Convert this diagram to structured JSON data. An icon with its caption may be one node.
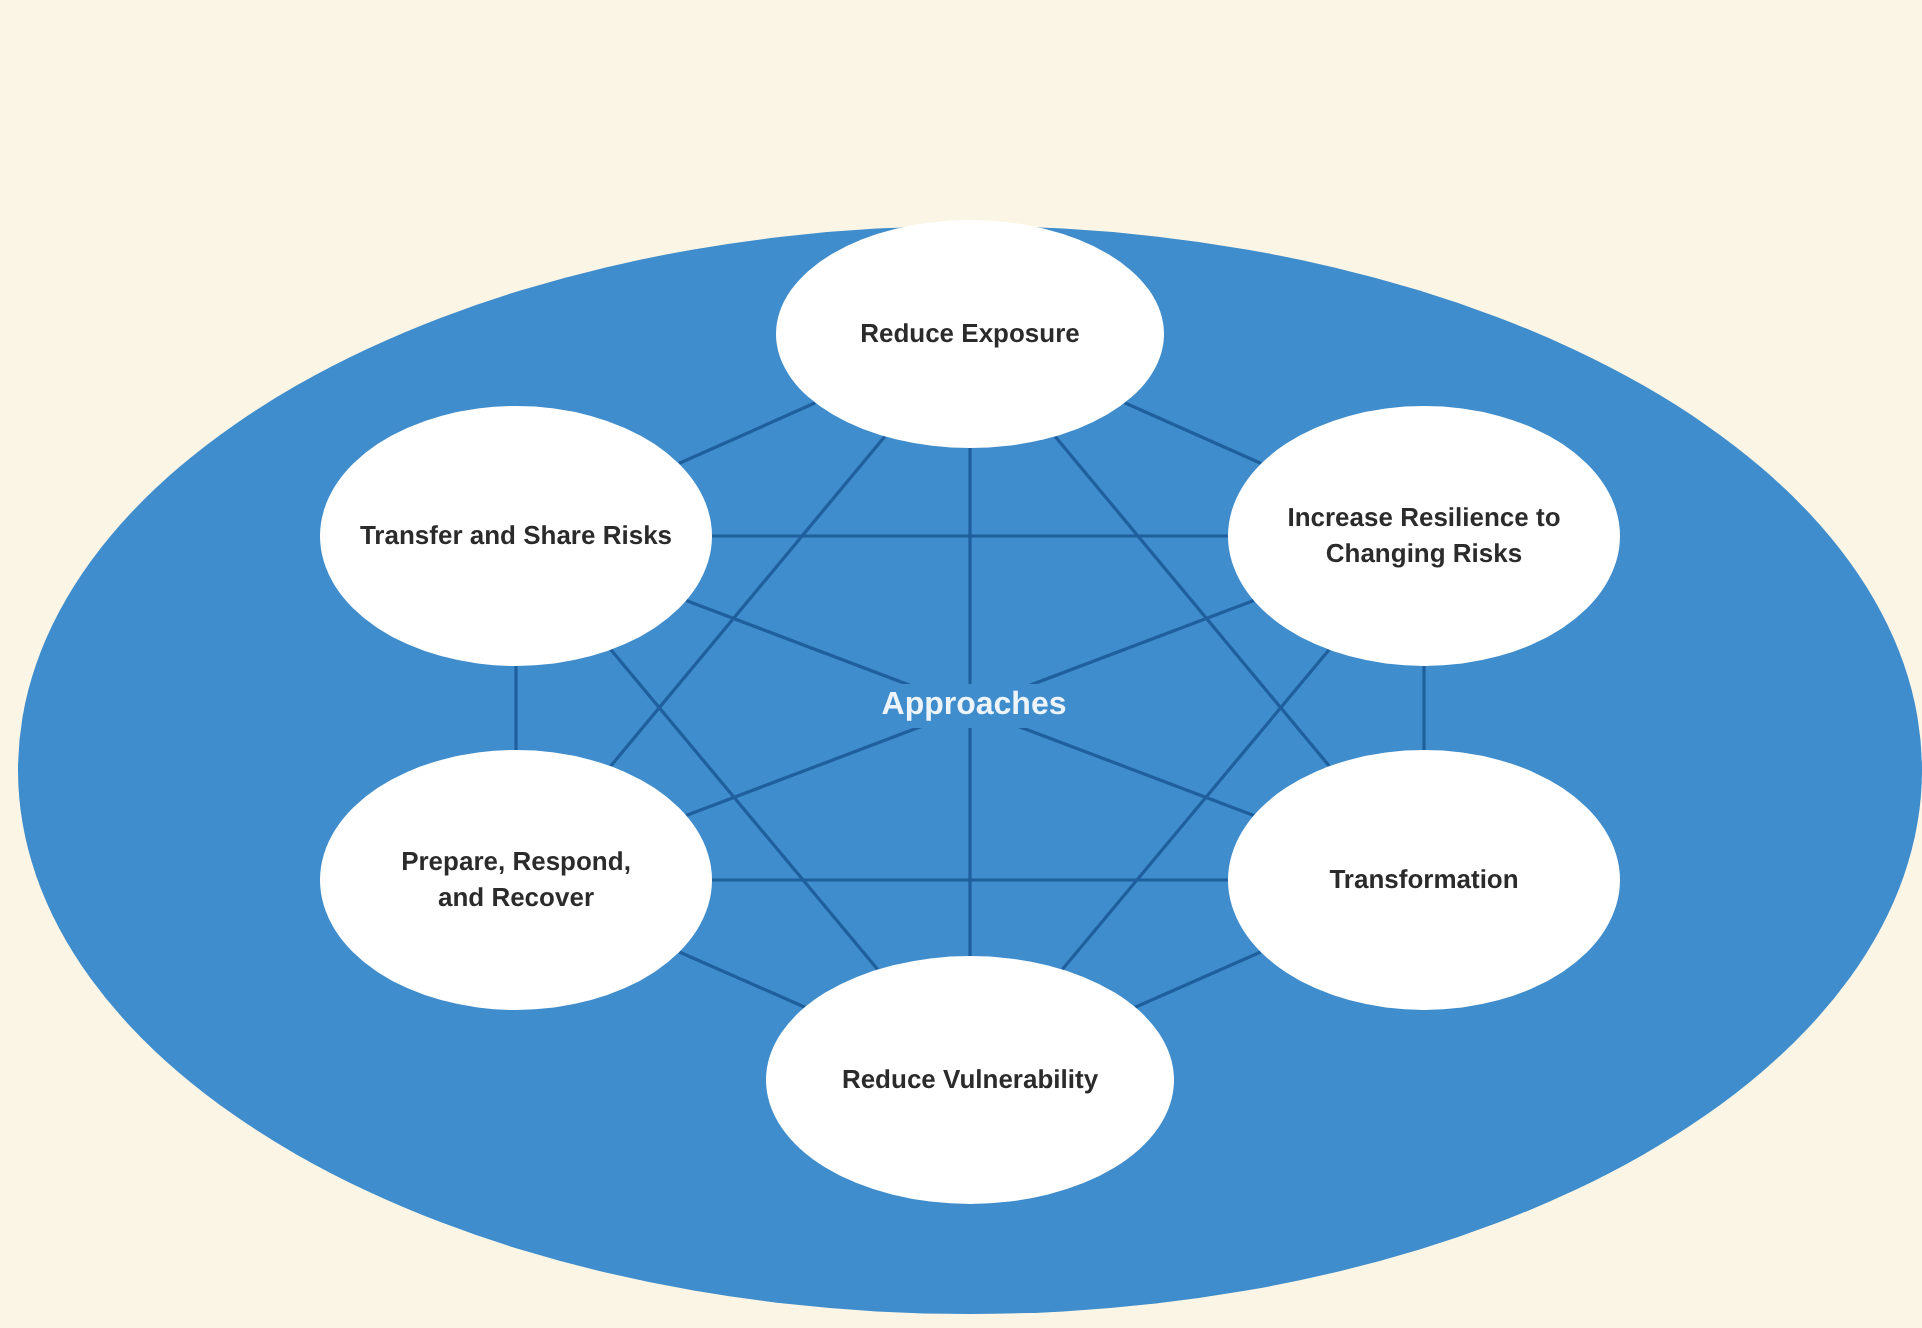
{
  "diagram": {
    "nodes": [
      {
        "text": [
          "Approaches"
        ]
      },
      {
        "text": [
          "Reduce Exposure"
        ],
        "in": 0
      },
      {
        "text": [
          "Transfer and Share Risks"
        ],
        "in": 0
      },
      {
        "text": [
          "Increase Resilience to Changing Risks"
        ],
        "in": 0
      },
      {
        "text": [
          "Prepare, Respond, and Recover"
        ],
        "in": 0
      },
      {
        "text": [
          "Transformation"
        ],
        "in": 0
      },
      {
        "text": [
          "Reduce Vulnerability"
        ],
        "in": 0
      }
    ],
    "edges": [
      {
        "from": 1,
        "to": 2,
        "arrow": "none"
      },
      {
        "from": 1,
        "to": 3,
        "arrow": "none"
      },
      {
        "from": 1,
        "to": 4,
        "arrow": "none"
      },
      {
        "from": 1,
        "to": 5,
        "arrow": "none"
      },
      {
        "from": 1,
        "to": 6,
        "arrow": "none"
      },
      {
        "from": 2,
        "to": 3,
        "arrow": "none"
      },
      {
        "from": 2,
        "to": 4,
        "arrow": "none"
      },
      {
        "from": 2,
        "to": 5,
        "arrow": "none"
      },
      {
        "from": 2,
        "to": 6,
        "arrow": "none"
      },
      {
        "from": 3,
        "to": 4,
        "arrow": "none"
      },
      {
        "from": 3,
        "to": 5,
        "arrow": "none"
      },
      {
        "from": 3,
        "to": 6,
        "arrow": "none"
      },
      {
        "from": 4,
        "to": 5,
        "arrow": "none"
      },
      {
        "from": 4,
        "to": 6,
        "arrow": "none"
      },
      {
        "from": 5,
        "to": 6,
        "arrow": "none"
      }
    ]
  }
}
